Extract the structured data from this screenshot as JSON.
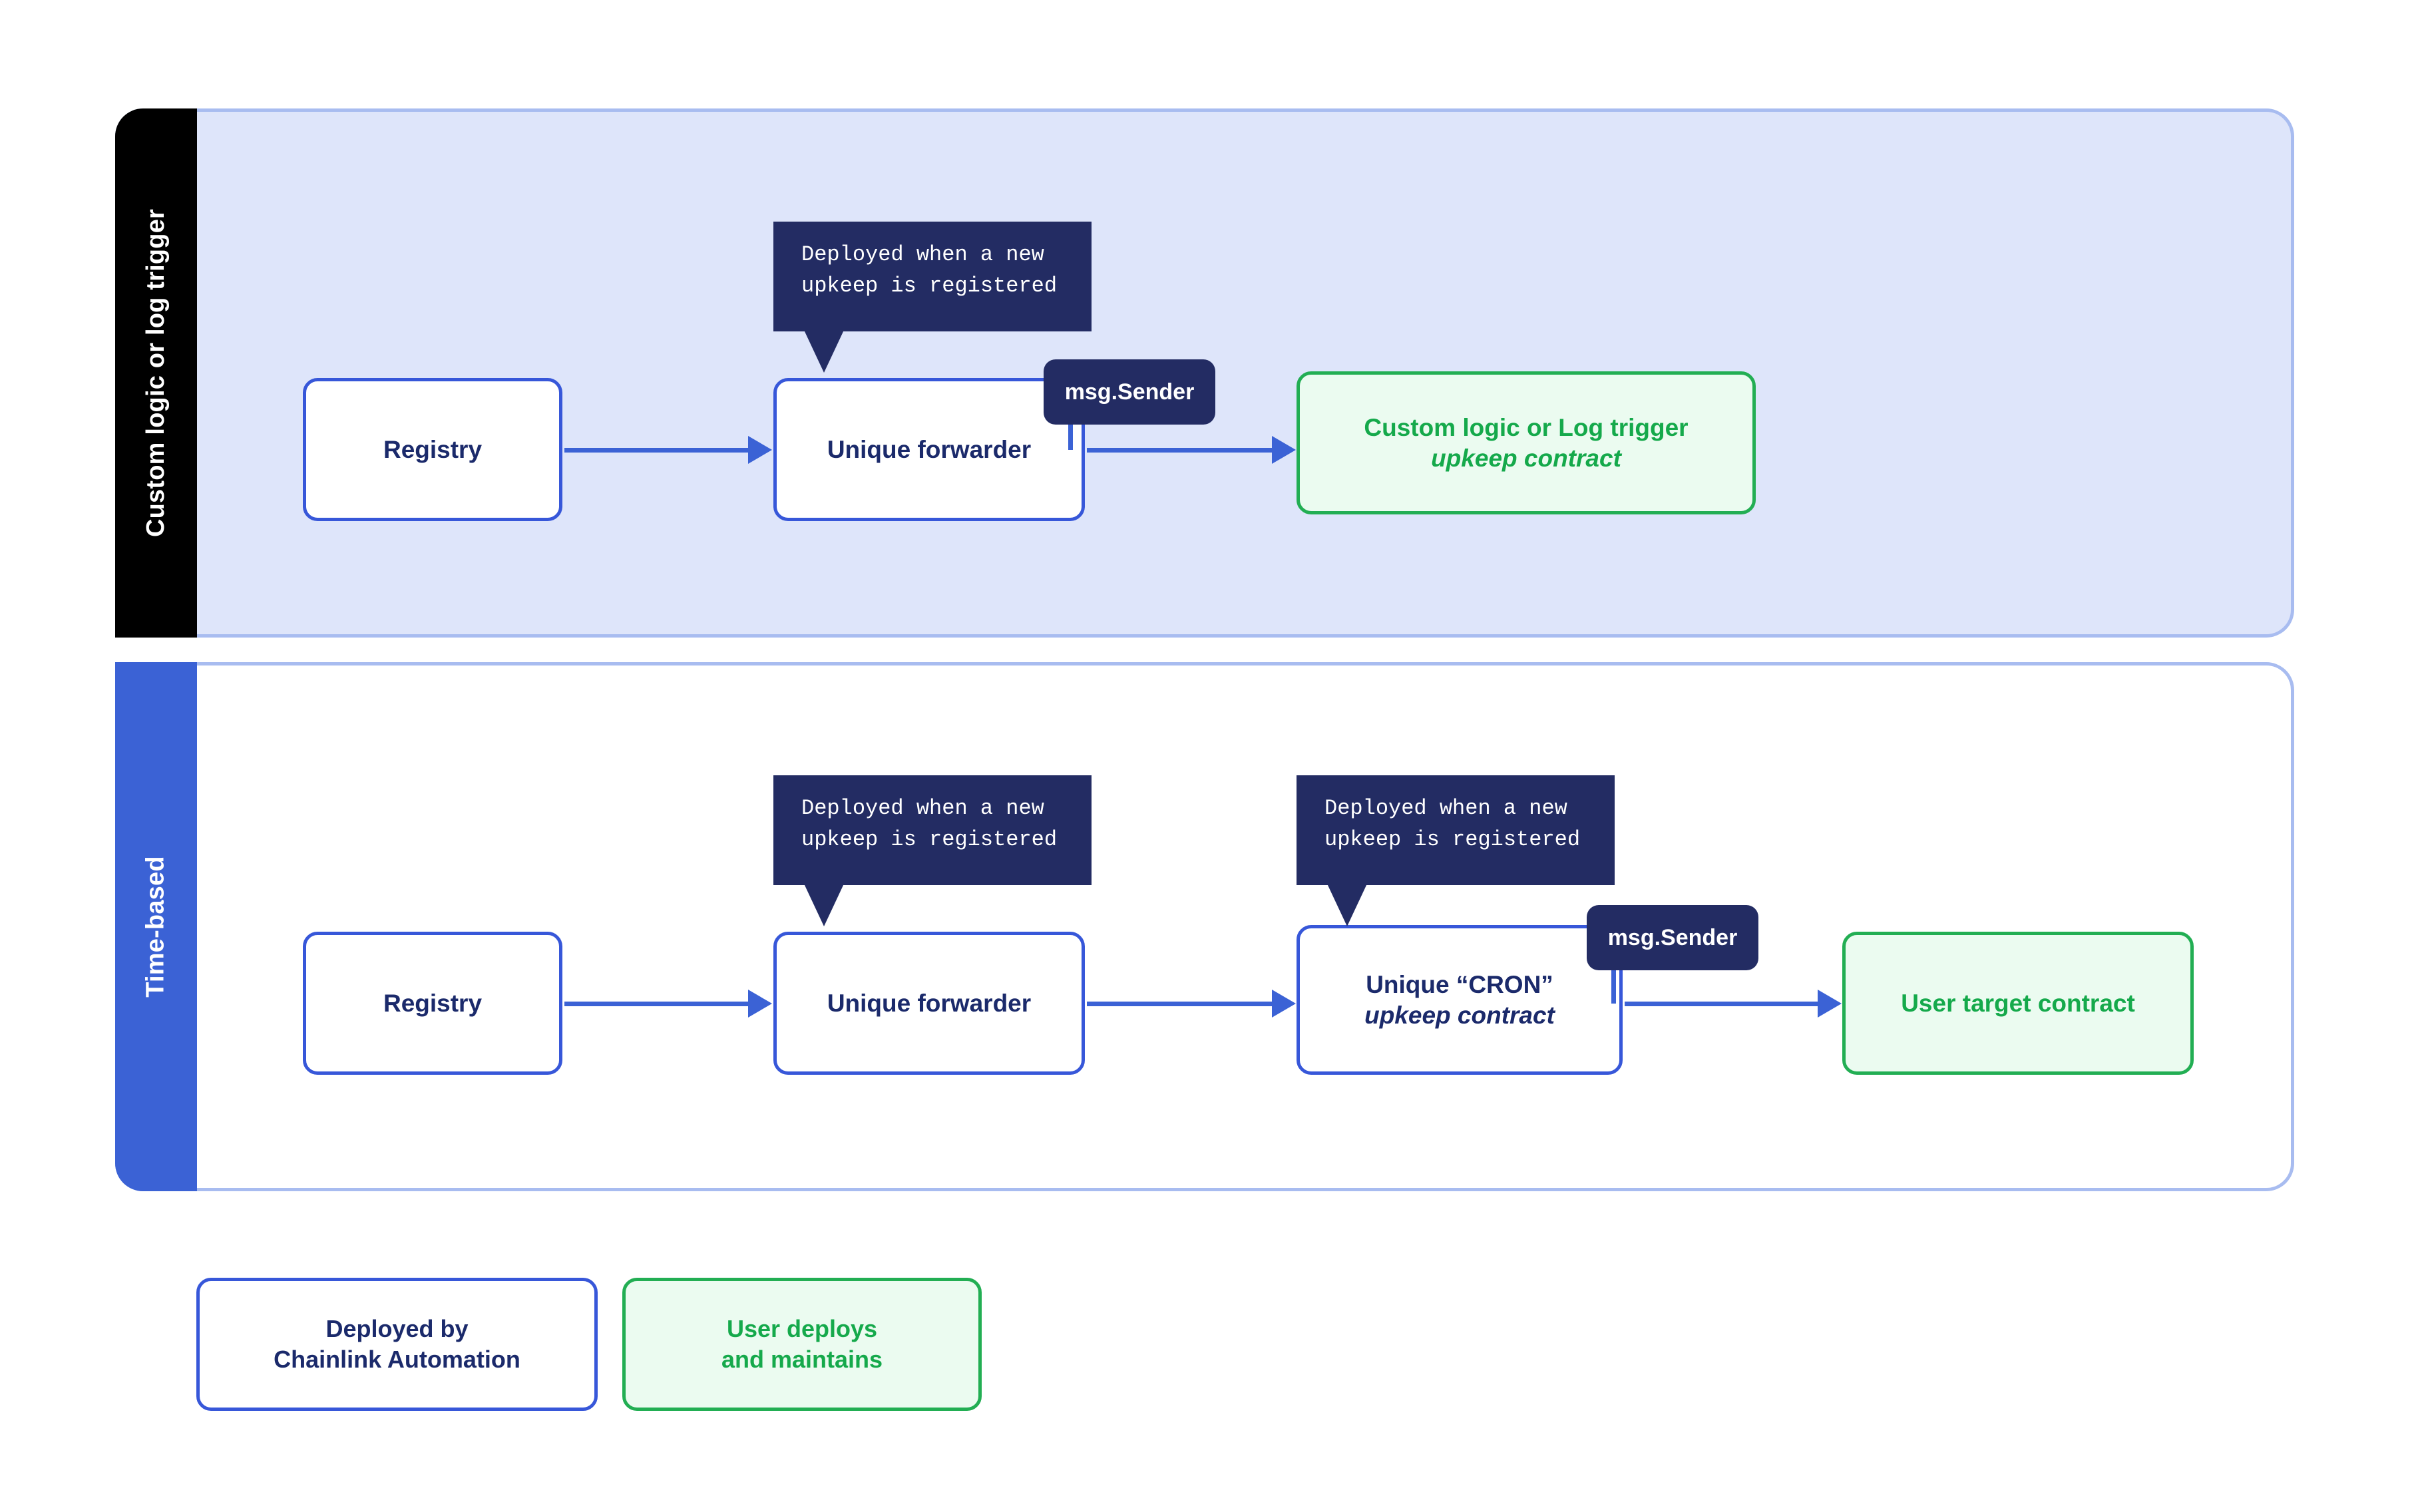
{
  "panels": [
    {
      "id": "custom",
      "tab_label": "Custom logic or log trigger",
      "tab_color": "#000000",
      "background": "#DEE5FA"
    },
    {
      "id": "time",
      "tab_label": "Time-based",
      "tab_color": "#3B62D5",
      "background": "#FFFFFF"
    }
  ],
  "row_custom": {
    "registry": {
      "line1": "Registry"
    },
    "forwarder": {
      "line1": "Unique forwarder"
    },
    "upkeep": {
      "line1": "Custom logic or Log trigger",
      "line2": "upkeep contract"
    },
    "tooltip_forwarder": {
      "line1": "Deployed when a new",
      "line2": "upkeep is registered"
    },
    "badge": {
      "label": "msg.Sender"
    }
  },
  "row_time": {
    "registry": {
      "line1": "Registry"
    },
    "forwarder": {
      "line1": "Unique forwarder"
    },
    "cron": {
      "line1": "Unique “CRON”",
      "line2": "upkeep contract"
    },
    "target": {
      "line1": "User target contract"
    },
    "tooltip_forwarder": {
      "line1": "Deployed when a new",
      "line2": "upkeep is registered"
    },
    "tooltip_cron": {
      "line1": "Deployed when a new",
      "line2": "upkeep is registered"
    },
    "badge": {
      "label": "msg.Sender"
    }
  },
  "legend": {
    "deployed": {
      "line1": "Deployed by",
      "line2": "Chainlink Automation"
    },
    "user": {
      "line1": "User deploys",
      "line2": "and maintains"
    }
  },
  "colors": {
    "panel_border": "#A8BCF0",
    "panel_fill_custom": "#DEE5FA",
    "tab_custom": "#000000",
    "tab_time": "#3B62D5",
    "node_blue_border": "#3757D9",
    "node_blue_text": "#1B2A6B",
    "node_green_border": "#22AE53",
    "node_green_fill": "#EBFBF0",
    "node_green_text": "#15A94B",
    "tooltip_bg": "#232C63",
    "arrow": "#3B62D5"
  }
}
